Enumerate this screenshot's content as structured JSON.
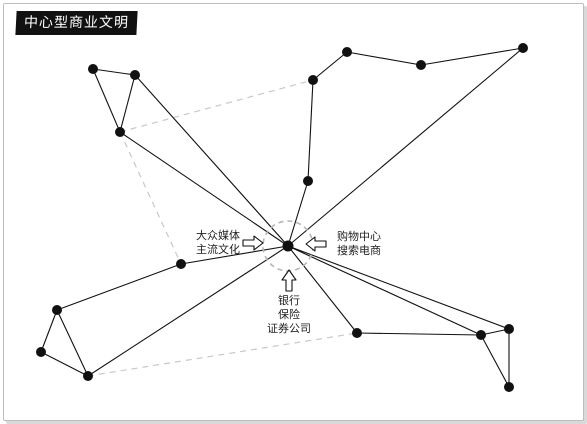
{
  "title": "中心型商业文明",
  "labels": {
    "media_line1": "大众媒体",
    "media_line2": "主流文化",
    "shopping_line1": "购物中心",
    "shopping_line2": "搜索电商",
    "finance_line1": "银行",
    "finance_line2": "保险",
    "finance_line3": "证券公司"
  },
  "colors": {
    "ink": "#111111",
    "dashed": "#c8c8c8",
    "title_bg": "#111111",
    "title_text": "#ffffff"
  }
}
